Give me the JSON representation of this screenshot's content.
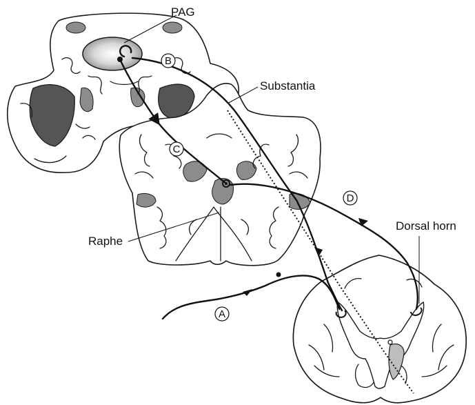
{
  "labels": {
    "pag": "PAG",
    "substantia": "Substantia",
    "raphe": "Raphe",
    "dorsal_horn": "Dorsal horn"
  },
  "pathway_markers": {
    "a": "A",
    "b": "B",
    "c": "C",
    "d": "D"
  }
}
